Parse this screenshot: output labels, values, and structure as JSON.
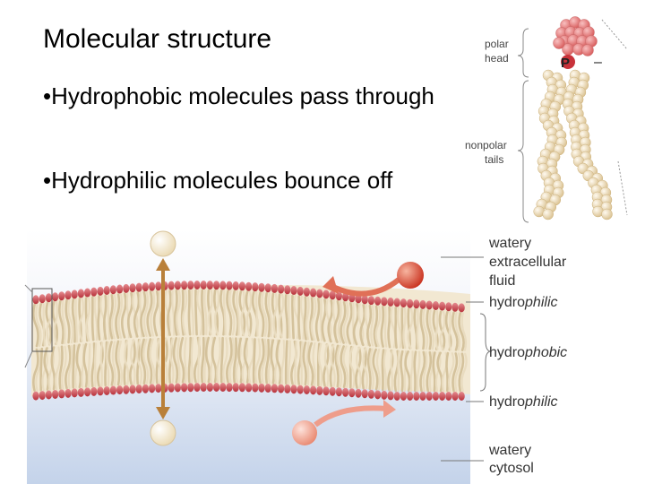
{
  "slide": {
    "title": "Molecular structure",
    "bullets": [
      "•Hydrophobic molecules pass through",
      "•Hydrophilic molecules bounce off"
    ]
  },
  "phospholipid": {
    "polar_head_line1": "polar",
    "polar_head_line2": "head",
    "phosphate_label": "P",
    "charge_label": "–",
    "nonpolar_line1": "nonpolar",
    "nonpolar_line2": "tails"
  },
  "membrane": {
    "watery_ext_1": "watery",
    "watery_ext_2": "extracellular",
    "watery_ext_3": "fluid",
    "hydrophilic_top_prefix": "hydro",
    "hydrophilic_top_suffix": "philic",
    "hydrophobic_prefix": "hydro",
    "hydrophobic_suffix": "phobic",
    "hydrophilic_bottom_prefix": "hydro",
    "hydrophilic_bottom_suffix": "philic",
    "watery_cyt_1": "watery",
    "watery_cyt_2": "cytosol"
  },
  "colors": {
    "head_red": "#c9424a",
    "head_light": "#e89a9a",
    "tail_cream": "#e8d9b8",
    "fluid_top": "#ffffff",
    "fluid_bottom": "#c8d6ea",
    "arrow_gold": "#c98a3a",
    "arrow_red": "#e0705a"
  }
}
